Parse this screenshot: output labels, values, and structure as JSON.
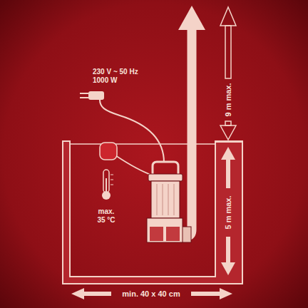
{
  "diagram": {
    "labels": [
      "230 V ~ 50 Hz",
      "1000 W",
      "max.",
      "35 °C",
      "9 m max.",
      "5 m max.",
      "min. 40 x 40 cm"
    ]
  }
}
